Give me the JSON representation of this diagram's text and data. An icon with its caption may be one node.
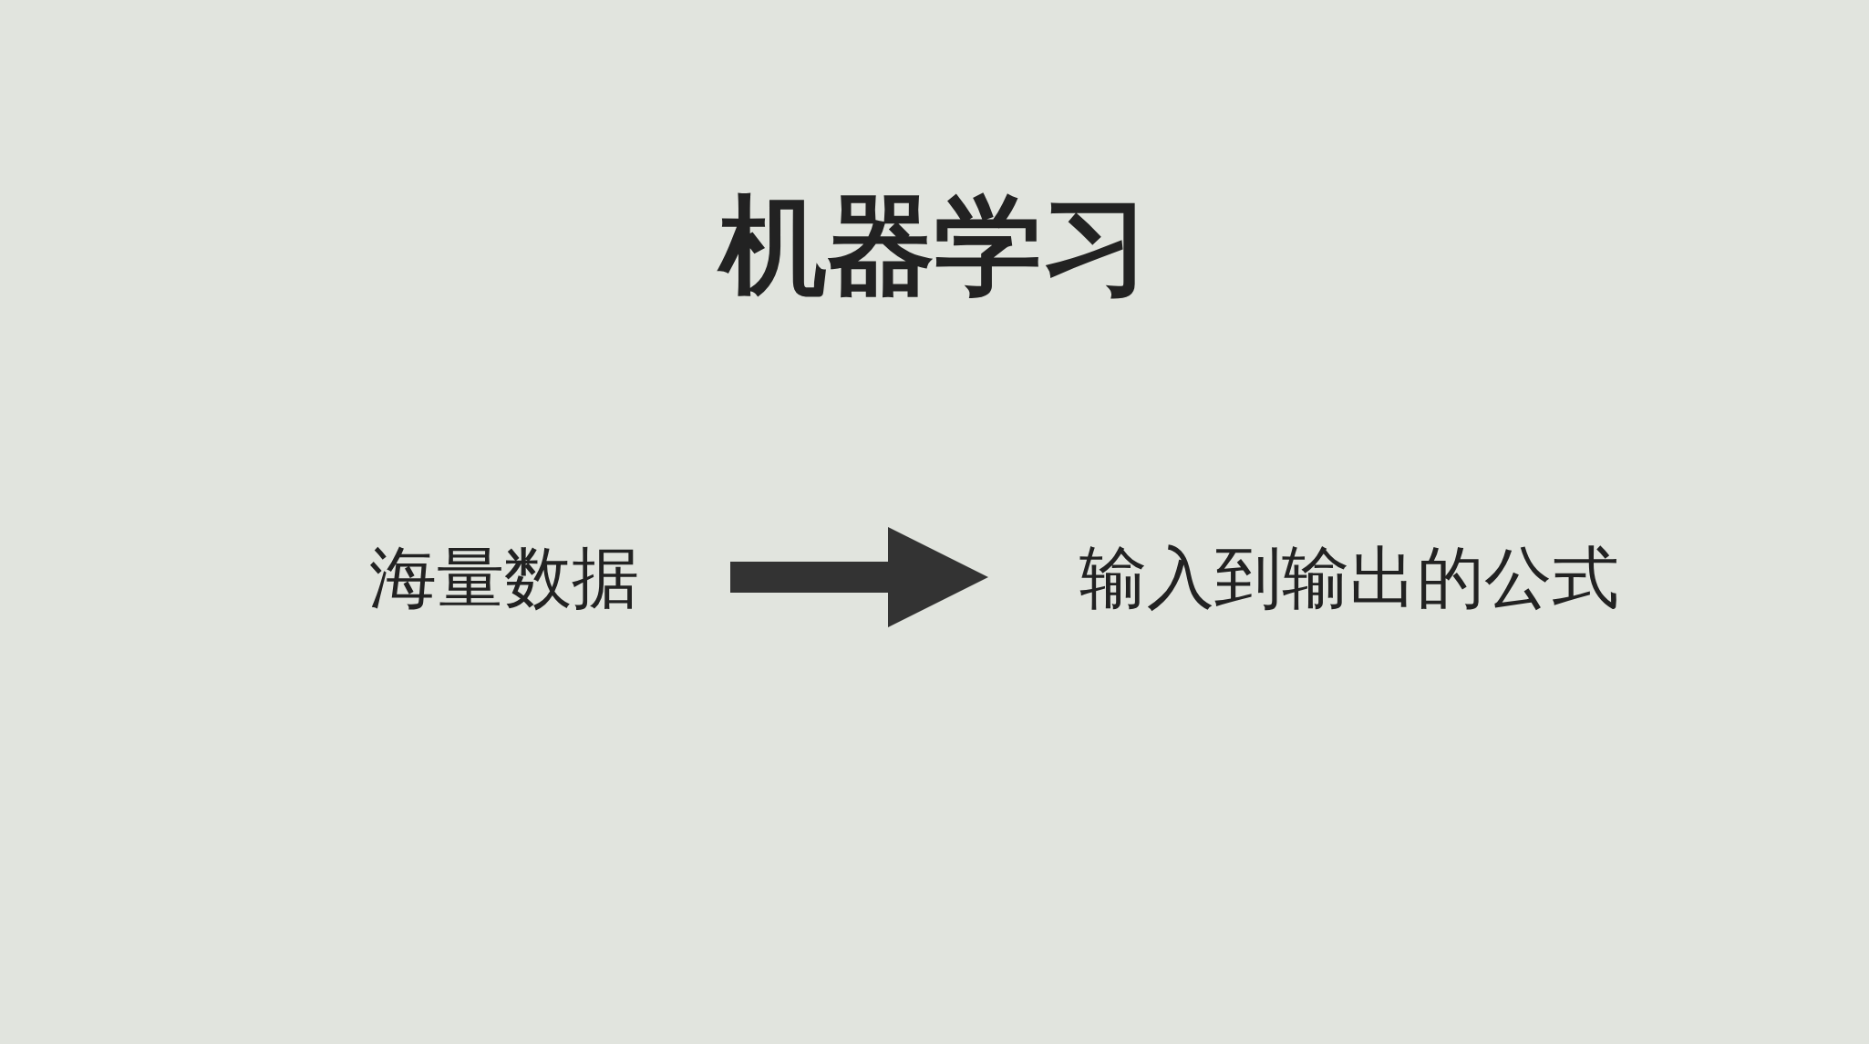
{
  "diagram": {
    "title": "机器学习",
    "nodes": [
      {
        "text": [
          "海量数据"
        ]
      },
      {
        "text": [
          "输入到输出的公式"
        ]
      }
    ],
    "edges": [
      {
        "from": 0,
        "to": 1,
        "arrow": "to"
      }
    ]
  }
}
